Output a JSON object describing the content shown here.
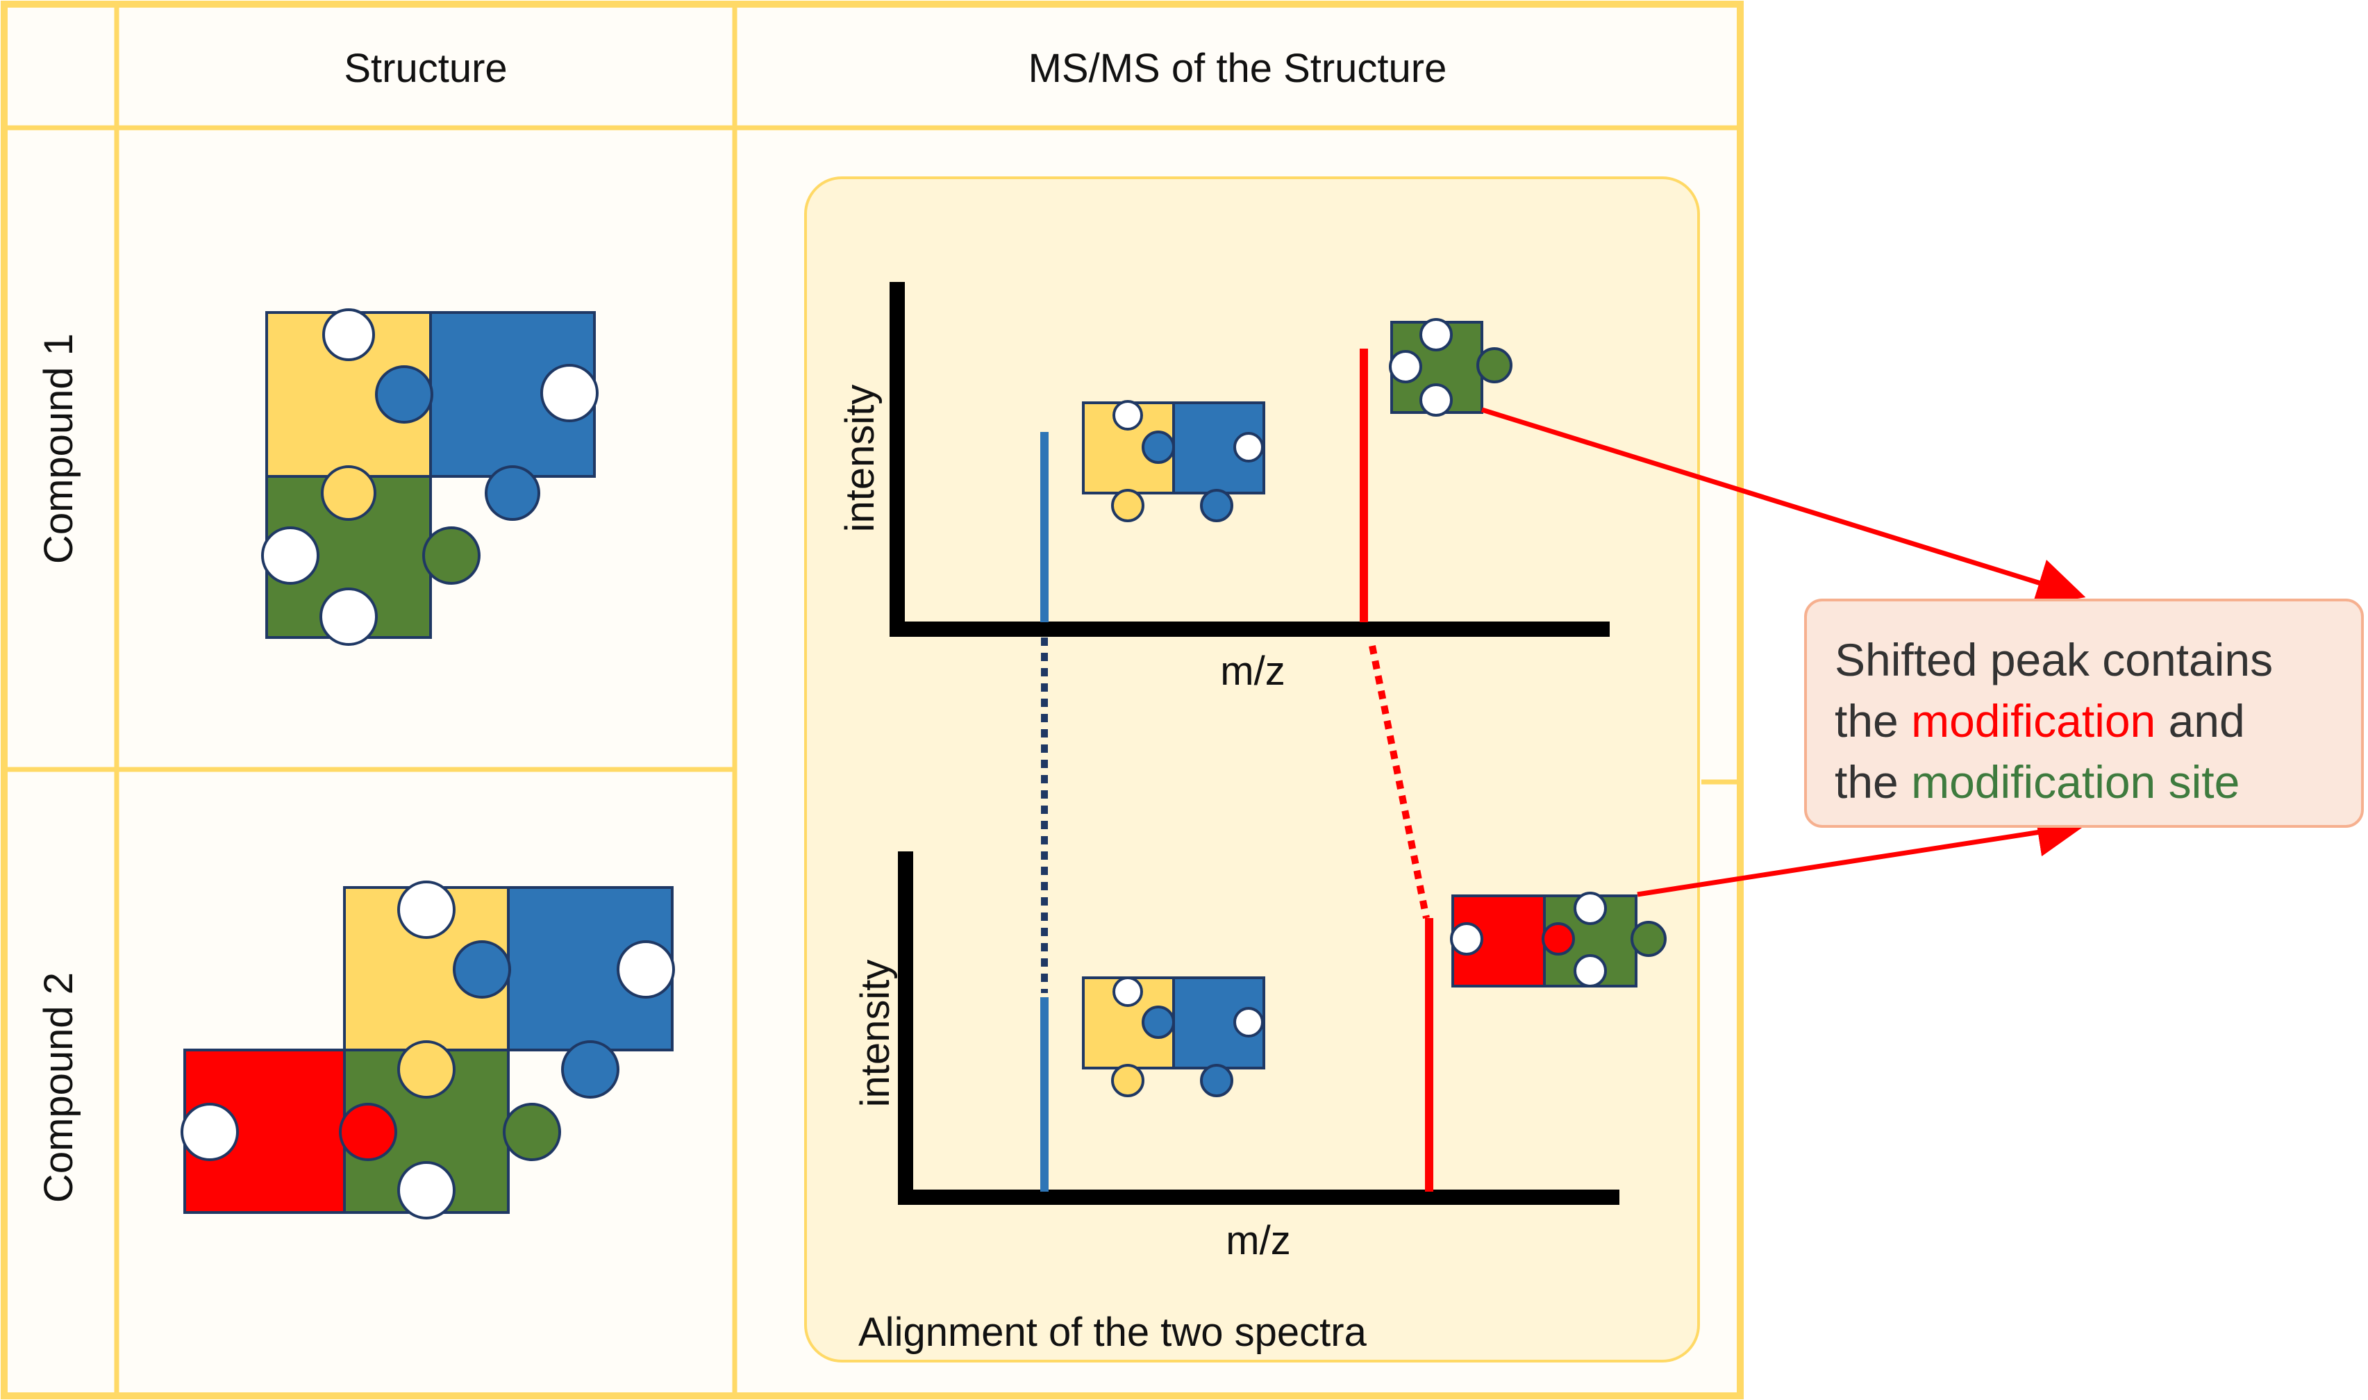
{
  "header": {
    "col_structure": "Structure",
    "col_msms": "MS/MS of the Structure"
  },
  "rows": [
    {
      "label": "Compound 1"
    },
    {
      "label": "Compound 2"
    }
  ],
  "spectra": {
    "ylabel": "intensity",
    "xlabel": "m/z",
    "caption": "Alignment of the two spectra"
  },
  "callout": {
    "line1": "Shifted peak contains",
    "line2_prefix": "the ",
    "line2_highlight": "modification",
    "line2_suffix": " and",
    "line3_prefix": "the ",
    "line3_highlight": "modification site"
  },
  "colors": {
    "yellow": "#ffd966",
    "blue": "#2e75b6",
    "green": "#548235",
    "red": "#ff0000",
    "grid_border": "#ffd966",
    "panel_bg": "#fff8e6",
    "callout_bg": "#fbe7dc"
  }
}
